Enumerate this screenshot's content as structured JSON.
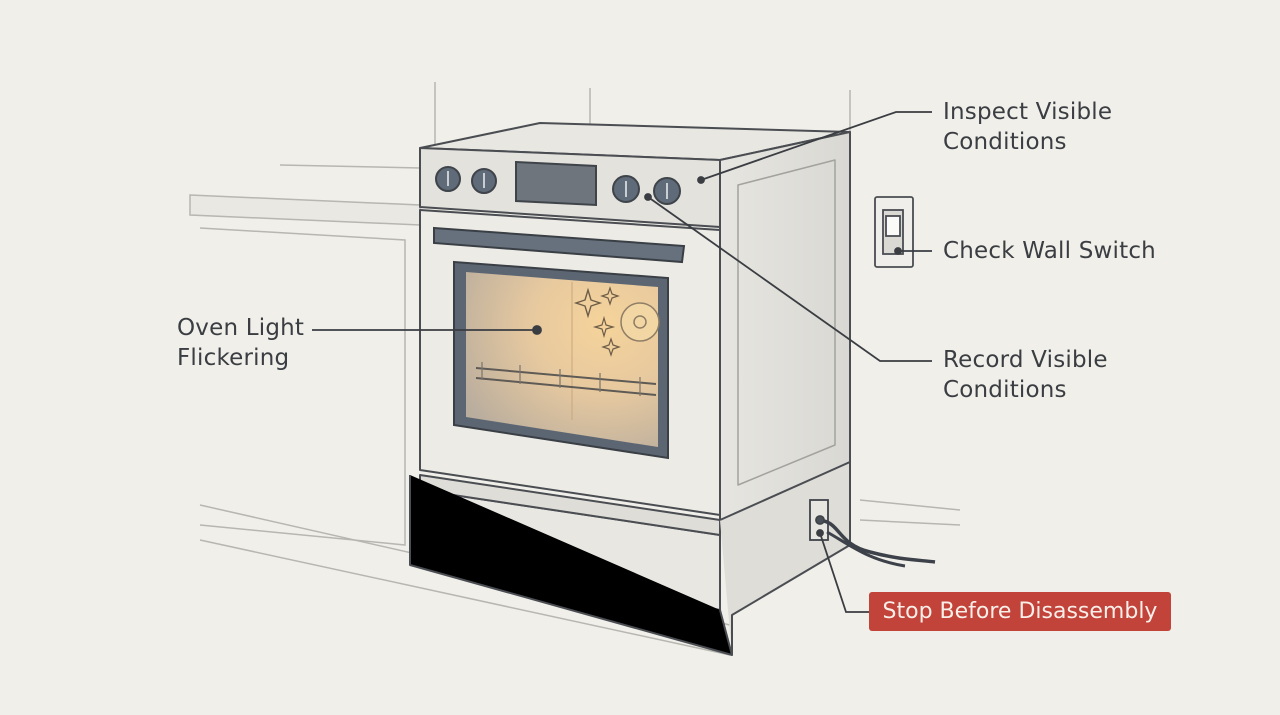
{
  "callouts": {
    "inspect": {
      "line1": "Inspect Visible",
      "line2": "Conditions"
    },
    "wall_switch": {
      "line1": "Check Wall Switch"
    },
    "record": {
      "line1": "Record Visible",
      "line2": "Conditions"
    },
    "oven_light": {
      "line1": "Oven Light",
      "line2": "Flickering"
    },
    "stop": {
      "text": "Stop Before Disassembly"
    }
  },
  "colors": {
    "background": "#f0efea",
    "line": "#3a3d42",
    "warning_badge": "#c2433a",
    "oven_glow": "#f2c987"
  }
}
